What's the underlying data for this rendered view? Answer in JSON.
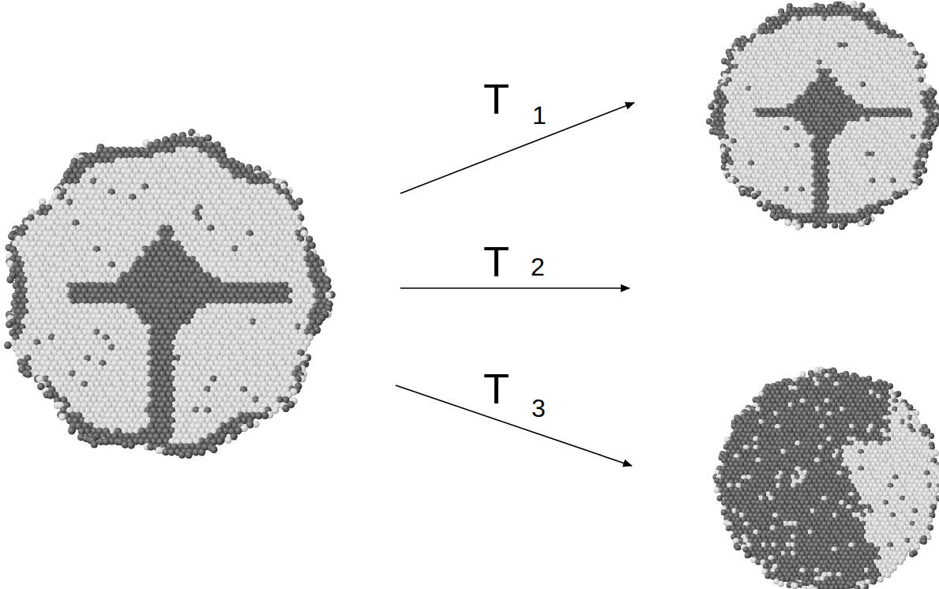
{
  "diagram": {
    "labels": [
      "T",
      "1",
      "T",
      "2",
      "T",
      "3"
    ]
  }
}
